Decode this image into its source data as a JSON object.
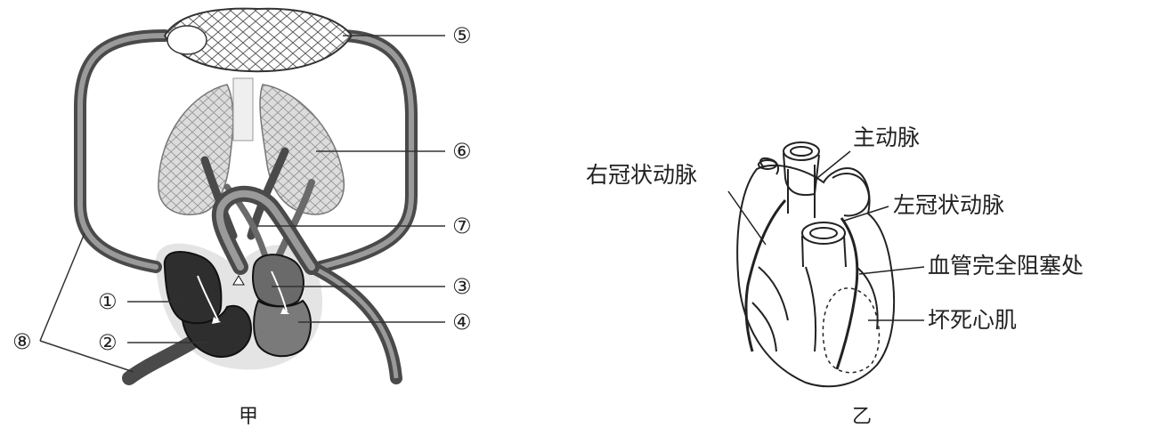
{
  "figure_jia": {
    "caption": "甲",
    "labels": {
      "n1": "①",
      "n2": "②",
      "n3": "③",
      "n4": "④",
      "n5": "⑤",
      "n6": "⑥",
      "n7": "⑦",
      "n8": "⑧"
    }
  },
  "figure_yi": {
    "caption": "乙",
    "labels": {
      "aorta": "主动脉",
      "right_coronary": "右冠状动脉",
      "left_coronary": "左冠状动脉",
      "blockage": "血管完全阻塞处",
      "necrosis": "坏死心肌"
    }
  }
}
